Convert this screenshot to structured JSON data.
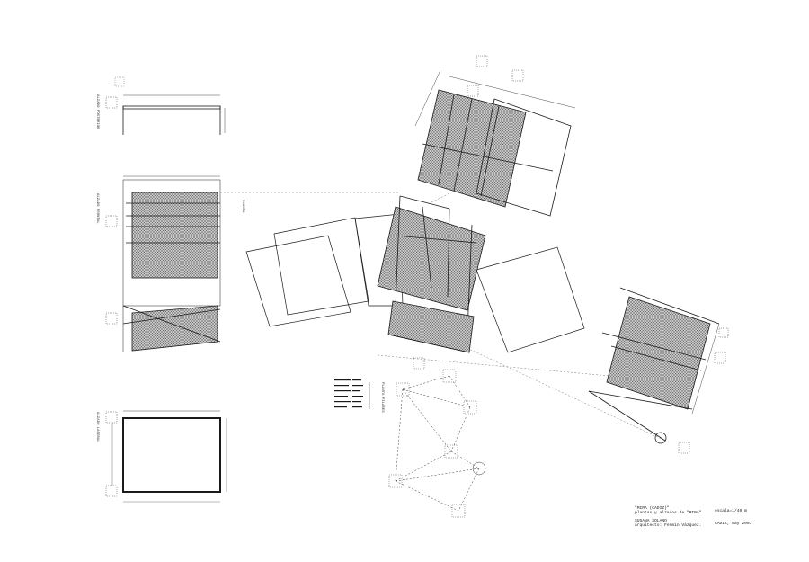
{
  "title_block": {
    "project": "\"MIRA (CADIZ)\"",
    "subtitle": "plantas y alzados de \"MIRA\"",
    "scale": "escala=1/40 m",
    "author": "SUSANA SOLANO",
    "architect": "arquitecto: Fermin Vázquez.",
    "place_date": "CADIZ, May 2001"
  },
  "view_labels": {
    "planta": "PLANTA",
    "alzado_frontal": "ALZADO FRONTAL",
    "alzado_lateral": "ALZADO LATERAL",
    "alzado_posterior": "ALZADO POSTERIOR",
    "planta_pilares": "PLANTA PILARES"
  },
  "colors": {
    "ink": "#1a1a1a",
    "hatch": "#9a9a9a",
    "paper": "#ffffff"
  }
}
